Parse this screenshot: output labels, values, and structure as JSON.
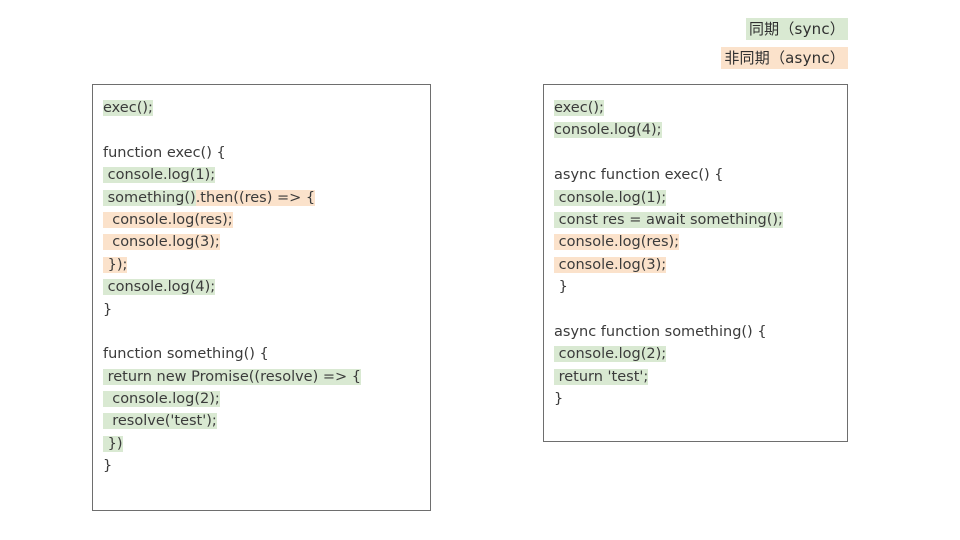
{
  "legend": {
    "items": [
      {
        "label": "同期（sync）",
        "kind": "sync",
        "color": "#d9e9d2"
      },
      {
        "label": "非同期（async）",
        "kind": "async",
        "color": "#fbe2cb"
      }
    ]
  },
  "panels": {
    "left": {
      "name": "promise-then-example",
      "lines": [
        {
          "segments": [
            {
              "text": "exec();",
              "hl": "green"
            }
          ]
        },
        {
          "segments": []
        },
        {
          "segments": [
            {
              "text": "function exec() {",
              "hl": "none"
            }
          ]
        },
        {
          "segments": [
            {
              "text": " console.log(1);",
              "hl": "green"
            }
          ]
        },
        {
          "segments": [
            {
              "text": " something()",
              "hl": "green"
            },
            {
              "text": ".then((res) => {",
              "hl": "orange"
            }
          ]
        },
        {
          "segments": [
            {
              "text": "  console.log(res);",
              "hl": "orange"
            }
          ]
        },
        {
          "segments": [
            {
              "text": "  console.log(3);",
              "hl": "orange"
            }
          ]
        },
        {
          "segments": [
            {
              "text": " });",
              "hl": "orange"
            }
          ]
        },
        {
          "segments": [
            {
              "text": " console.log(4);",
              "hl": "green"
            }
          ]
        },
        {
          "segments": [
            {
              "text": "}",
              "hl": "none"
            }
          ]
        },
        {
          "segments": []
        },
        {
          "segments": [
            {
              "text": "function something() {",
              "hl": "none"
            }
          ]
        },
        {
          "segments": [
            {
              "text": " return new Promise((resolve) => {",
              "hl": "green"
            }
          ]
        },
        {
          "segments": [
            {
              "text": "  console.log(2);",
              "hl": "green"
            }
          ]
        },
        {
          "segments": [
            {
              "text": "  resolve('test');",
              "hl": "green"
            }
          ]
        },
        {
          "segments": [
            {
              "text": " })",
              "hl": "green"
            }
          ]
        },
        {
          "segments": [
            {
              "text": "}",
              "hl": "none"
            }
          ]
        }
      ]
    },
    "right": {
      "name": "async-await-example",
      "lines": [
        {
          "segments": [
            {
              "text": "exec();",
              "hl": "green"
            }
          ]
        },
        {
          "segments": [
            {
              "text": "console.log(4);",
              "hl": "green"
            }
          ]
        },
        {
          "segments": []
        },
        {
          "segments": [
            {
              "text": "async function exec() {",
              "hl": "none"
            }
          ]
        },
        {
          "segments": [
            {
              "text": " console.log(1);",
              "hl": "green"
            }
          ]
        },
        {
          "segments": [
            {
              "text": " const res = ",
              "hl": "green"
            },
            {
              "text": "await something();",
              "hl": "green"
            }
          ]
        },
        {
          "segments": [
            {
              "text": " console.log(res);",
              "hl": "orange"
            }
          ]
        },
        {
          "segments": [
            {
              "text": " console.log(3);",
              "hl": "orange"
            }
          ]
        },
        {
          "segments": [
            {
              "text": " }",
              "hl": "none"
            }
          ]
        },
        {
          "segments": []
        },
        {
          "segments": [
            {
              "text": "async function something() {",
              "hl": "none"
            }
          ]
        },
        {
          "segments": [
            {
              "text": " console.log(2);",
              "hl": "green"
            }
          ]
        },
        {
          "segments": [
            {
              "text": " return 'test';",
              "hl": "green"
            }
          ]
        },
        {
          "segments": [
            {
              "text": "}",
              "hl": "none"
            }
          ]
        }
      ]
    }
  }
}
